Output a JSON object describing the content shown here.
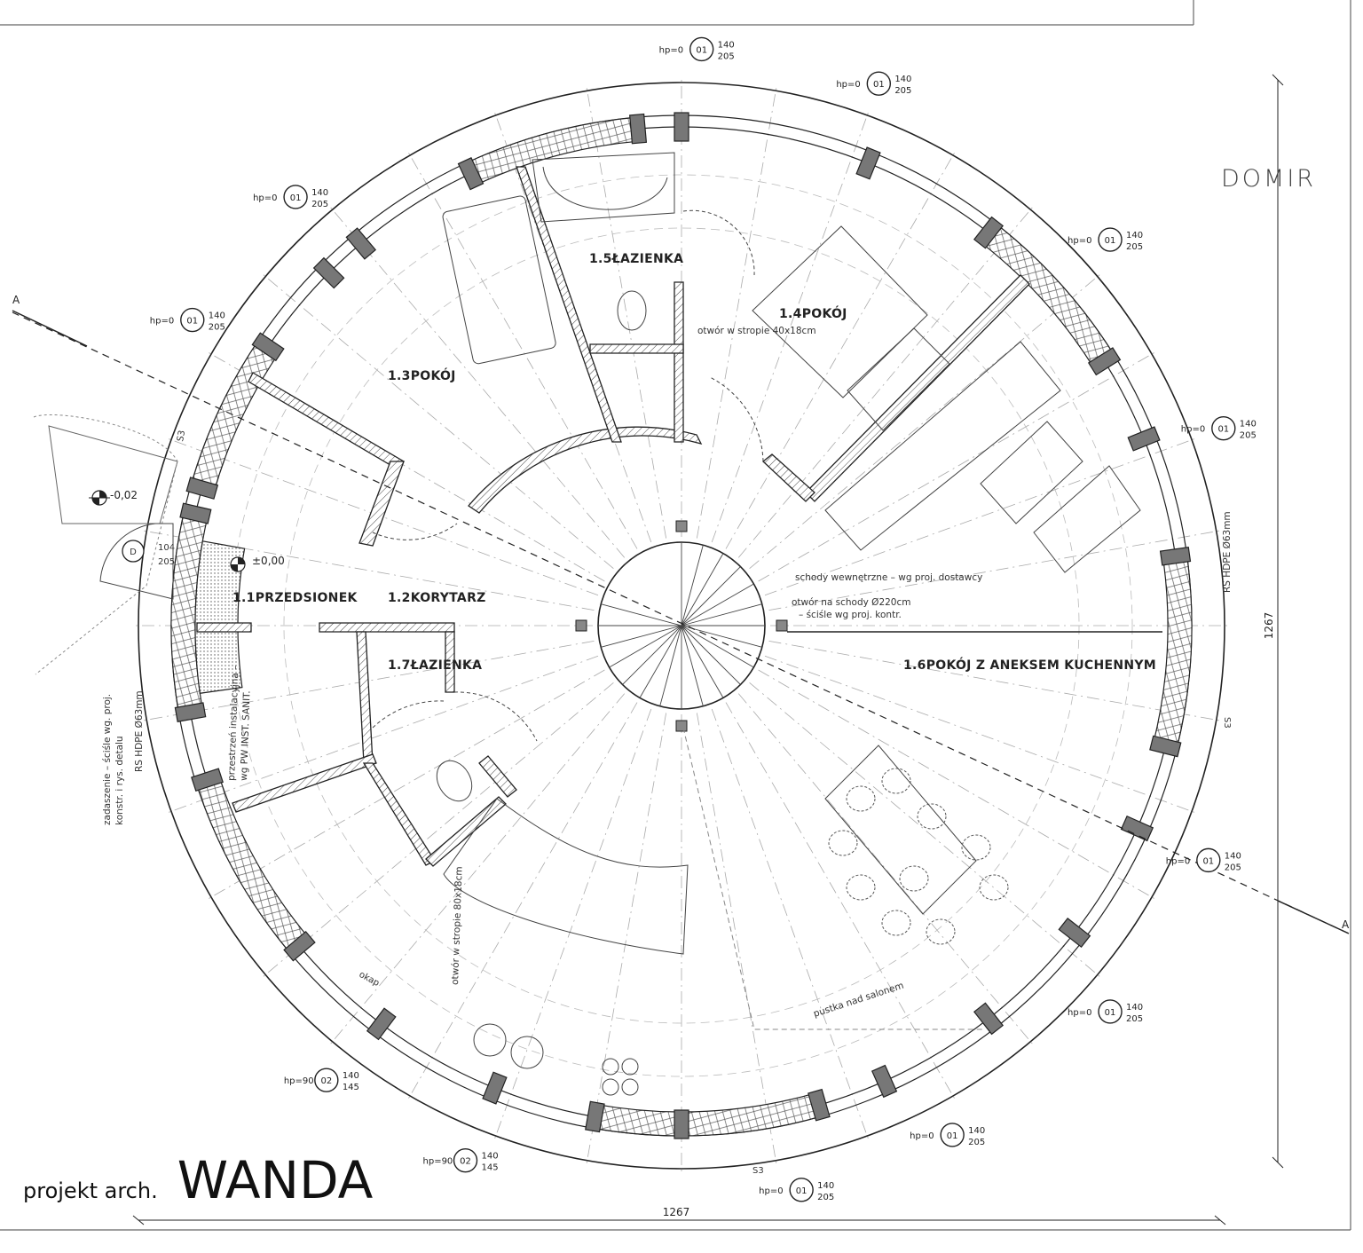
{
  "rooms": {
    "r11": "1.1PRZEDSIONEK",
    "r12": "1.2KORYTARZ",
    "r13": "1.3POKÓJ",
    "r14": "1.4POKÓJ",
    "r15": "1.5ŁAZIENKA",
    "r16": "1.6POKÓJ Z ANEKSEM KUCHENNYM",
    "r17": "1.7ŁAZIENKA"
  },
  "levels": {
    "outside": "-0,02",
    "inside": "±0,00"
  },
  "notes": {
    "stairs_internal": "schody wewnętrzne – wg proj. dostawcy",
    "stairs_opening_1": "otwór na schody Ø220cm",
    "stairs_opening_2": "– ściśle wg proj. kontr.",
    "ceiling_opening_upper": "otwór w stropie 40x18cm",
    "ceiling_opening_lower": "otwór w stropie 80x18cm",
    "installation_1": "przestrzeń instalacyjna –",
    "installation_2": "wg PW INST. SANIT.",
    "canopy_1": "zadaszenie – ściśle wg. proj.",
    "canopy_2": "konstr. i rys. detalu",
    "void_over_living": "pustka nad salonem",
    "pipe_left": "RS HDPE Ø63mm",
    "pipe_right": "RS HDPE Ø63mm",
    "hood": "okap"
  },
  "section": {
    "start": "A",
    "end": "A"
  },
  "dimensions": {
    "width": "1267",
    "height": "1267"
  },
  "door": {
    "tag": "D",
    "width": "104",
    "height": "205"
  },
  "wall_tags": {
    "left": "S3",
    "right": "S3",
    "bottom": "S3"
  },
  "windows": {
    "w01_tag": "01",
    "w01_width": "140",
    "w01_height": "205",
    "w01_hp": "hp=0",
    "w02_tag": "02",
    "w02_width": "140",
    "w02_height": "145",
    "w02_hp": "hp=90"
  },
  "footer": {
    "prefix": "projekt arch.",
    "name": "WANDA"
  },
  "logo": "DOMIR"
}
